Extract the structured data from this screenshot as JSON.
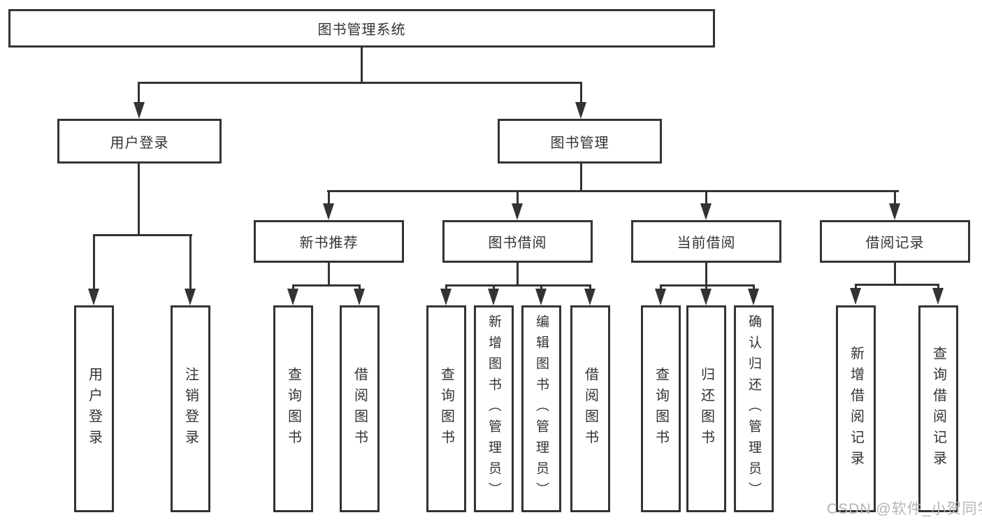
{
  "tree": {
    "root": {
      "label": "图书管理系统"
    },
    "branches": [
      {
        "label": "用户登录",
        "children": [
          "用户登录",
          "注销登录"
        ]
      },
      {
        "label": "图书管理",
        "groups": [
          {
            "label": "新书推荐",
            "children": [
              "查询图书",
              "借阅图书"
            ]
          },
          {
            "label": "图书借阅",
            "children": [
              "查询图书",
              "新增图书（管理员）",
              "编辑图书（管理员）",
              "借阅图书"
            ]
          },
          {
            "label": "当前借阅",
            "children": [
              "查询图书",
              "归还图书",
              "确认归还（管理员）"
            ]
          },
          {
            "label": "借阅记录",
            "children": [
              "新增借阅记录",
              "查询借阅记录"
            ]
          }
        ]
      }
    ]
  },
  "watermark": {
    "text": "CSDN @软件_小贺同学",
    "color": "#b4b4b4"
  },
  "colors": {
    "line": "#333333",
    "box_border": "#333333",
    "text": "#333333",
    "background": "#ffffff"
  }
}
